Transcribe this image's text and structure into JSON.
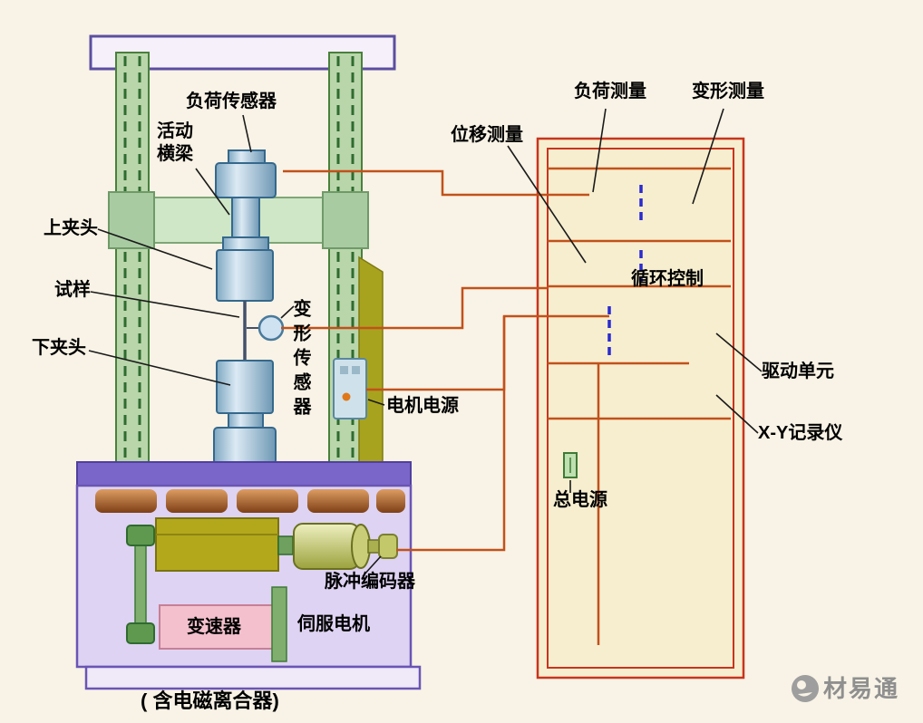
{
  "background": "#f8f3e6",
  "colors": {
    "wire": "#c2511a",
    "cabinet_border": "#c8341e",
    "dashed_signal": "#2a2ad0",
    "leader_line": "#1a1a1a",
    "machine_frame_purple": "#6a55b4",
    "column_green": "#b9d6ab",
    "grip_blue": "#aecfe2"
  },
  "machine": {
    "load_sensor": "负荷传感器",
    "movable_crosshead": "活动横梁",
    "upper_grip": "上夹头",
    "specimen": "试样",
    "lower_grip": "下夹头",
    "deformation_sensor": "变形传感器",
    "motor_power": "电机电源",
    "pulse_encoder": "脉冲编码器",
    "servo_motor": "伺服电机",
    "gearbox": "变速器",
    "clutch_note": "( 含电磁离合器)"
  },
  "cabinet": {
    "displacement_measure": "位移测量",
    "load_measure": "负荷测量",
    "deformation_measure": "变形测量",
    "cycle_control": "循环控制",
    "drive_unit": "驱动单元",
    "xy_recorder": "X-Y记录仪",
    "main_power": "总电源"
  },
  "watermark": {
    "text": "材易通"
  }
}
